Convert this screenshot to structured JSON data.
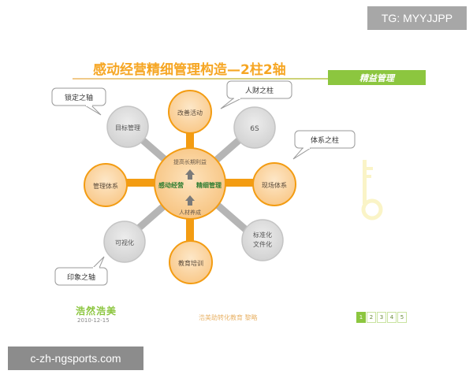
{
  "badge": "TG: MYYJJPP",
  "slide": {
    "title": "感动经营精细管理构造—2柱2轴",
    "tag": "精益管理",
    "center": {
      "top": "提高长期利益",
      "middle_a": "感动经营",
      "middle_b": "精细管理",
      "bottom": "人材养成"
    },
    "nodes": {
      "top": "改善活动",
      "top_right": "6S",
      "right": "现场体系",
      "bottom_right_line1": "标准化",
      "bottom_right_line2": "文件化",
      "bottom": "教育培训",
      "bottom_left": "可视化",
      "left": "管理体系",
      "top_left": "目标管理"
    },
    "callouts": {
      "lock_axis": "锁定之轴",
      "people_pillar": "人财之柱",
      "system_pillar": "体系之柱",
      "image_axis": "印象之轴"
    }
  },
  "footer": {
    "logo": "浩然浩美",
    "date": "2010-12-15",
    "center": "浩美助转化教育  黎略",
    "pages": [
      "1",
      "2",
      "3",
      "4",
      "5"
    ]
  },
  "watermark": "c-zh-ngsports.com",
  "colors": {
    "orange": "#f39c12",
    "orange_fill": "#fbd6a8",
    "grey_fill": "#dcdcdc",
    "green": "#8cc63f"
  }
}
